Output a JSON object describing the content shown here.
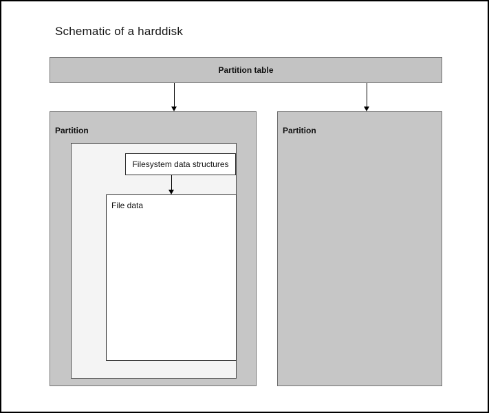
{
  "page": {
    "title": "Schematic of a harddisk"
  },
  "diagram": {
    "partition_table_label": "Partition table",
    "partitions": [
      {
        "label": "Partition"
      },
      {
        "label": "Partition"
      }
    ],
    "filesystem_label": "Filesystem data structures",
    "file_data_label": "File data",
    "colors": {
      "partition_fill": "#c6c6c6",
      "partition_table_fill": "#c3c3c3",
      "inner_fill": "#f4f4f4",
      "box_fill": "#ffffff",
      "border": "#000000"
    }
  }
}
